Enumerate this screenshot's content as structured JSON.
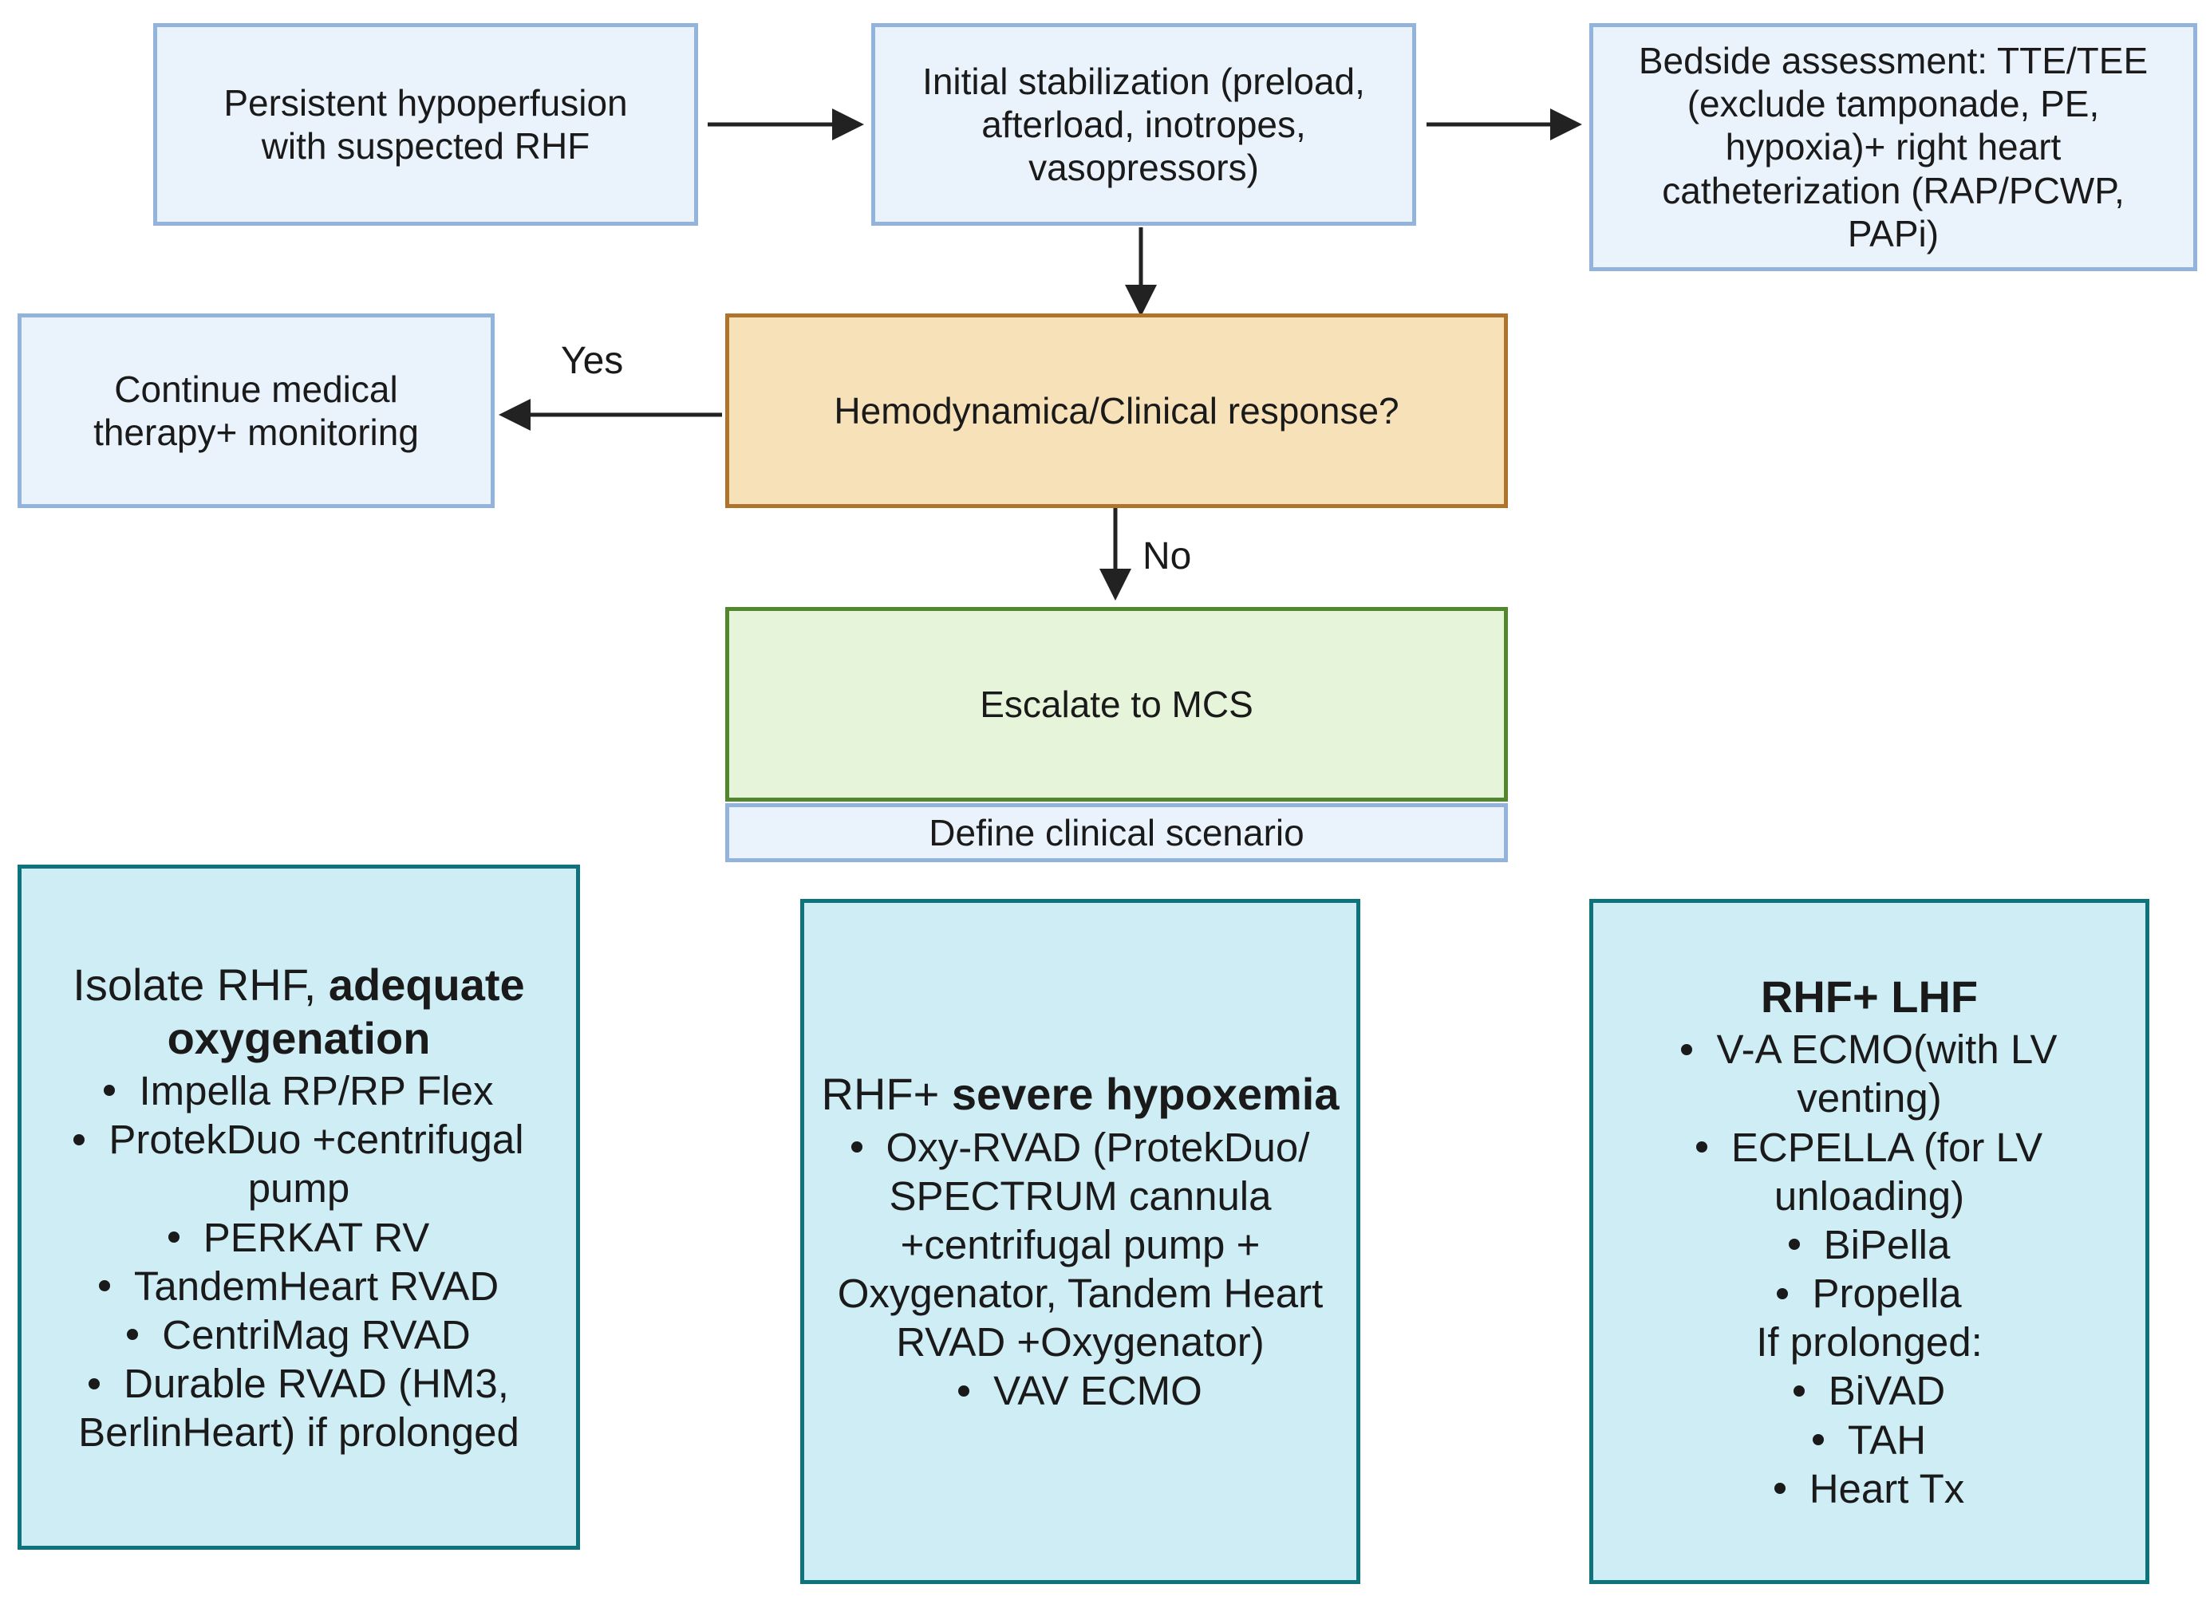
{
  "nodes": {
    "hypoperfusion": "Persistent hypoperfusion with suspected RHF",
    "stabilization": "Initial stabilization (preload, afterload, inotropes, vasopressors)",
    "assessment": "Bedside assessment: TTE/TEE (exclude tamponade, PE, hypoxia)+ right heart catheterization (RAP/PCWP, PAPi)",
    "response": "Hemodynamica/Clinical response?",
    "continue": "Continue medical therapy+ monitoring",
    "escalate": "Escalate to MCS",
    "define": "Define clinical scenario"
  },
  "edges": {
    "yes": "Yes",
    "no": "No"
  },
  "options": [
    {
      "head_plain": "Isolate RHF, ",
      "head_bold": "adequate oxygenation",
      "items": [
        {
          "bullet": true,
          "text": "Impella RP/RP Flex"
        },
        {
          "bullet": true,
          "text": "ProtekDuo +centrifugal pump"
        },
        {
          "bullet": true,
          "text": "PERKAT RV"
        },
        {
          "bullet": true,
          "text": "TandemHeart RVAD"
        },
        {
          "bullet": true,
          "text": "CentriMag RVAD"
        },
        {
          "bullet": true,
          "text": "Durable RVAD (HM3, BerlinHeart) if prolonged"
        }
      ]
    },
    {
      "head_plain": "RHF+ ",
      "head_bold": "severe hypoxemia",
      "items": [
        {
          "bullet": true,
          "text": "Oxy-RVAD (ProtekDuo/ SPECTRUM cannula +centrifugal pump + Oxygenator, Tandem Heart RVAD +Oxygenator)"
        },
        {
          "bullet": true,
          "text": "VAV ECMO"
        }
      ]
    },
    {
      "head_plain": "",
      "head_bold": "RHF+ LHF",
      "items": [
        {
          "bullet": true,
          "text": "V-A ECMO(with LV venting)"
        },
        {
          "bullet": true,
          "text": "ECPELLA (for LV unloading)"
        },
        {
          "bullet": true,
          "text": "BiPella"
        },
        {
          "bullet": true,
          "text": "Propella"
        },
        {
          "bullet": false,
          "text": "If prolonged:"
        },
        {
          "bullet": true,
          "text": "BiVAD"
        },
        {
          "bullet": true,
          "text": "TAH"
        },
        {
          "bullet": true,
          "text": "Heart Tx"
        }
      ]
    }
  ]
}
